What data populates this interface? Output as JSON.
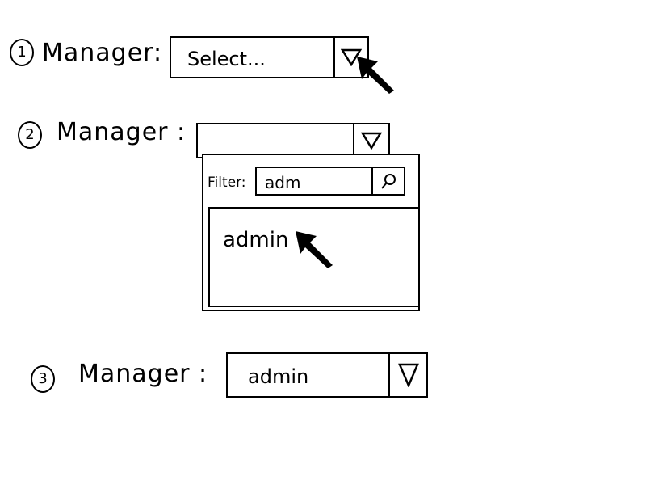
{
  "steps": [
    {
      "number": "1",
      "label": "Manager:",
      "dropdown_value": "Select..."
    },
    {
      "number": "2",
      "label": "Manager :",
      "filter_label": "Filter:",
      "filter_value": "adm",
      "options": [
        "admin"
      ]
    },
    {
      "number": "3",
      "label": "Manager :",
      "dropdown_value": "admin"
    }
  ]
}
